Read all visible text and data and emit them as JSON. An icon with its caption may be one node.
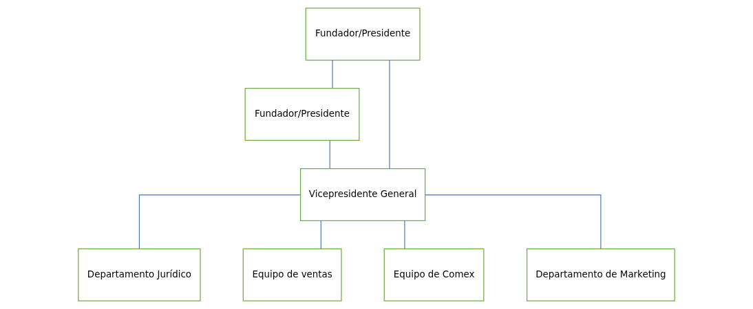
{
  "diagram": {
    "nodes": [
      {
        "text": [
          "Fundador/Presidente"
        ]
      },
      {
        "text": [
          "Fundador/Presidente"
        ]
      },
      {
        "text": [
          "Vicepresidente General"
        ]
      },
      {
        "text": [
          "Departamento Jurídico"
        ]
      },
      {
        "text": [
          "Equipo de ventas"
        ]
      },
      {
        "text": [
          "Equipo de Comex"
        ]
      },
      {
        "text": [
          "Departamento de Marketing"
        ]
      }
    ],
    "edges": [
      {
        "from": 0,
        "to": 1,
        "arrow": "none"
      },
      {
        "from": 0,
        "to": 2,
        "arrow": "none"
      },
      {
        "from": 1,
        "to": 2,
        "arrow": "none"
      },
      {
        "from": 2,
        "to": 3,
        "arrow": "none"
      },
      {
        "from": 2,
        "to": 4,
        "arrow": "none"
      },
      {
        "from": 2,
        "to": 5,
        "arrow": "none"
      },
      {
        "from": 2,
        "to": 6,
        "arrow": "none"
      }
    ]
  }
}
